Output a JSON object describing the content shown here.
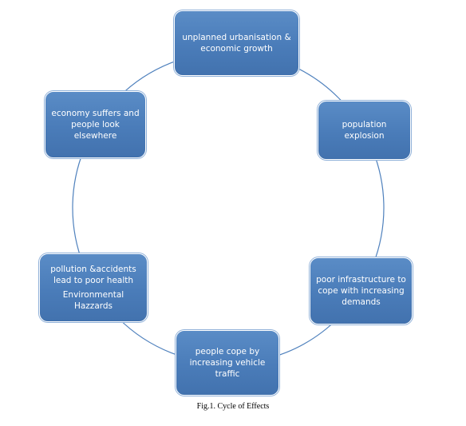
{
  "diagram": {
    "ring_color": "#4f81bd",
    "box_color": "#4f81bd",
    "text_color": "#ffffff",
    "nodes": {
      "urbanisation": {
        "lines": [
          "unplanned urbanisation &",
          "economic growth"
        ]
      },
      "population": {
        "lines": [
          "population",
          "explosion"
        ]
      },
      "infrastructure": {
        "lines": [
          "poor infrastructure to",
          "cope with increasing",
          "demands"
        ]
      },
      "traffic": {
        "lines": [
          "people cope by",
          "increasing vehicle",
          "traffic"
        ]
      },
      "pollution": {
        "lines": [
          "pollution &accidents",
          "lead to poor health"
        ],
        "sub_lines": [
          "Environmental",
          "Hazzards"
        ]
      },
      "economy": {
        "lines": [
          "economy suffers and",
          "people look",
          "elsewhere"
        ]
      }
    }
  },
  "caption": "Fig.1. Cycle of Effects"
}
